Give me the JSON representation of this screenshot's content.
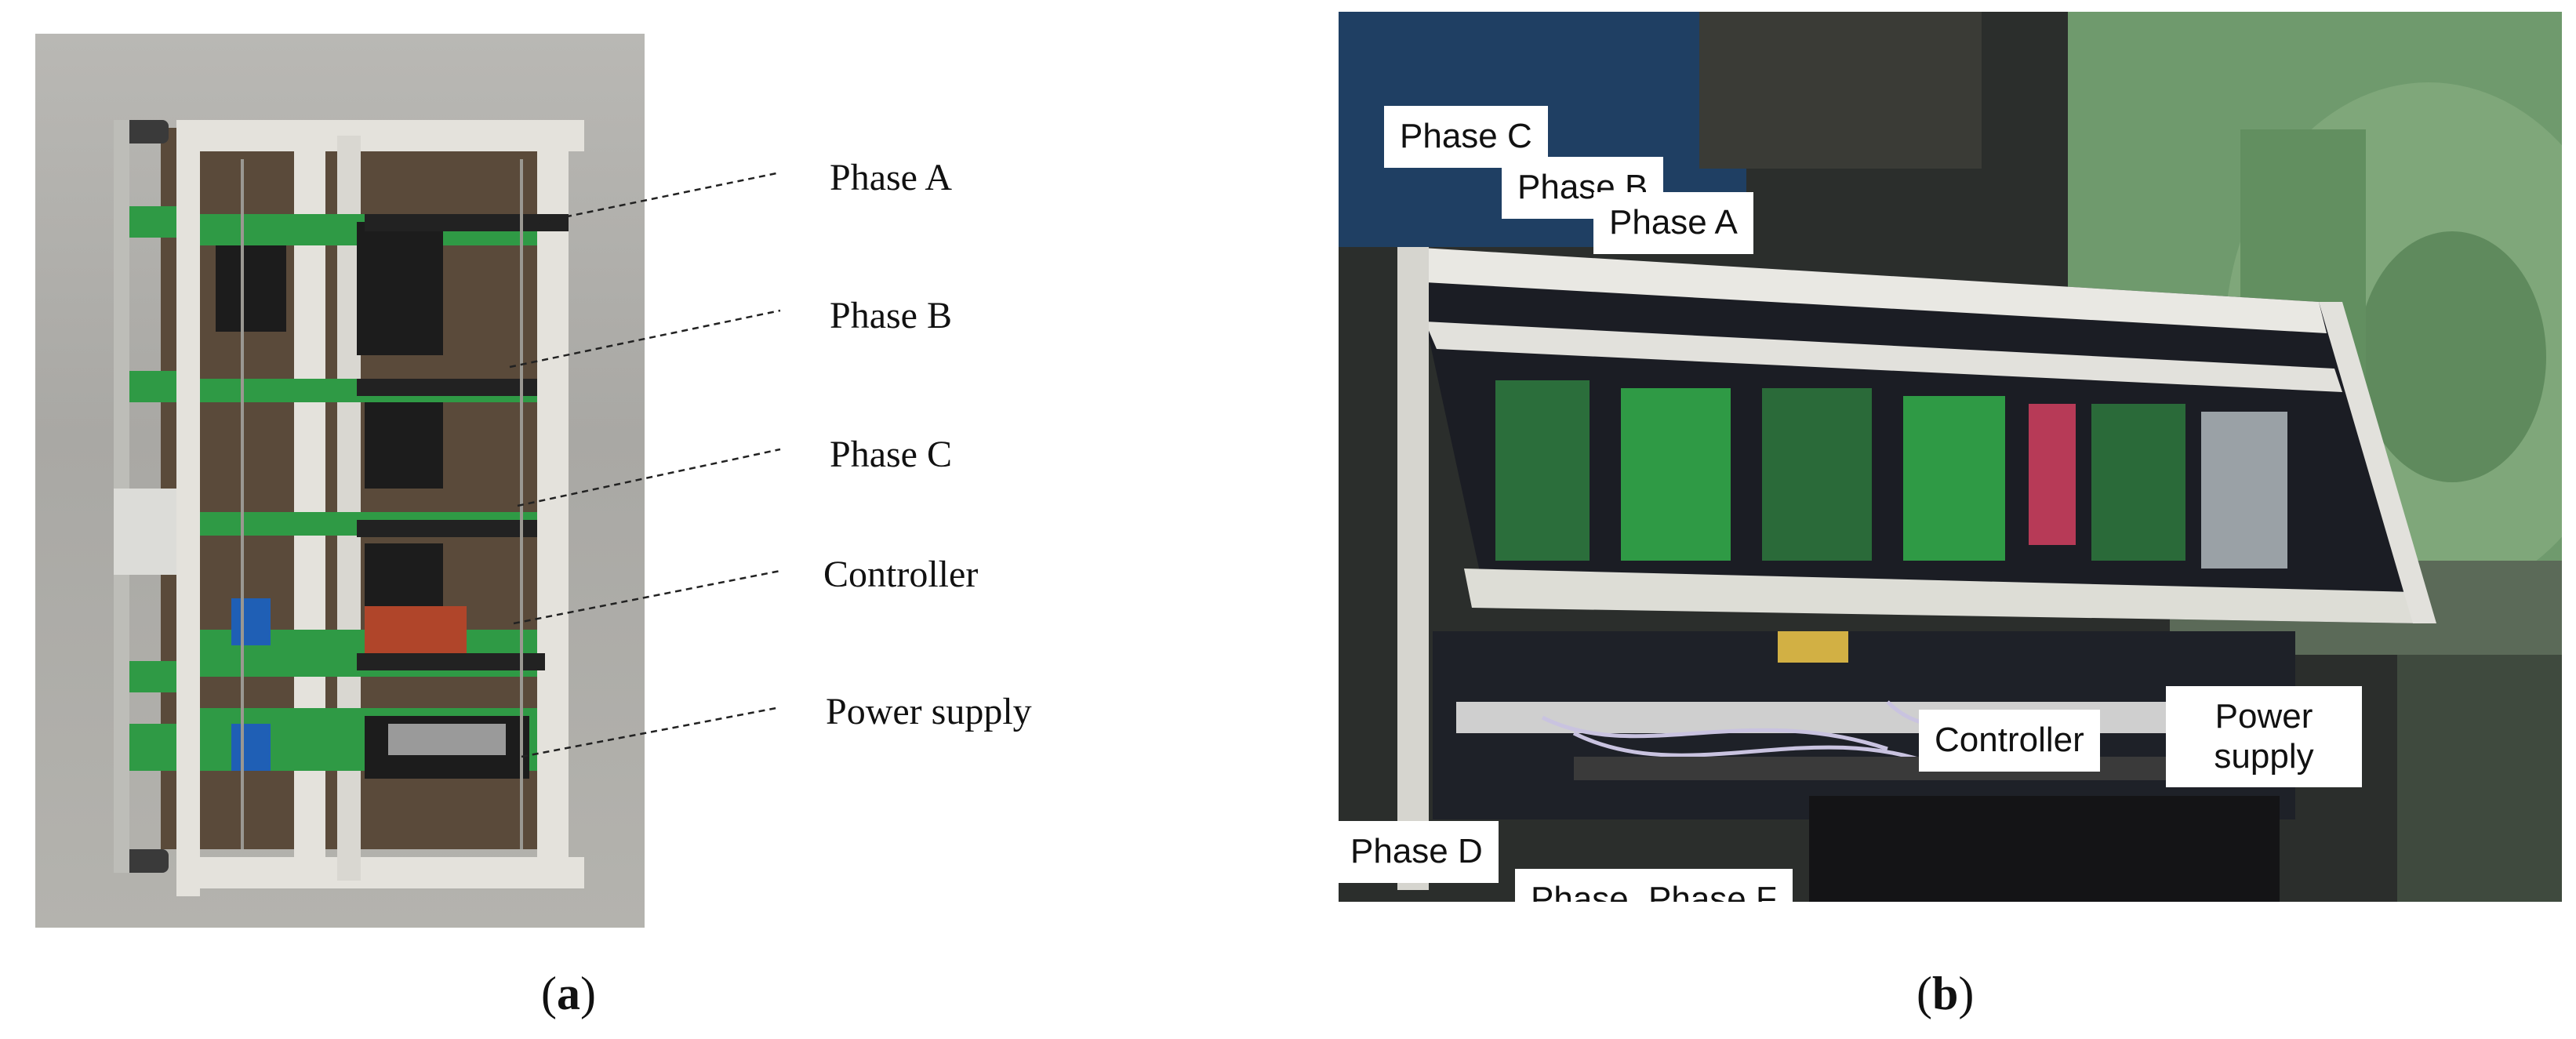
{
  "panel_a": {
    "caption_open": "(",
    "caption_letter": "a",
    "caption_close": ")",
    "labels": {
      "phase_a": "Phase A",
      "phase_b": "Phase B",
      "phase_c": "Phase C",
      "controller": "Controller",
      "power_supply": "Power supply"
    }
  },
  "panel_b": {
    "caption_open": "(",
    "caption_letter": "b",
    "caption_close": ")",
    "labels": {
      "phase_c": "Phase C",
      "phase_b": "Phase B",
      "phase_a": "Phase A",
      "controller": "Controller",
      "power_supply_line1": "Power",
      "power_supply_line2": "supply",
      "phase_d": "Phase D",
      "phase_e": "Phase E",
      "phase_f": "Phase F"
    }
  },
  "colors": {
    "pcb_green": "#2f9a45",
    "frame_aluminium": "#e4e2dc",
    "motor_green": "#6f9a6d"
  }
}
